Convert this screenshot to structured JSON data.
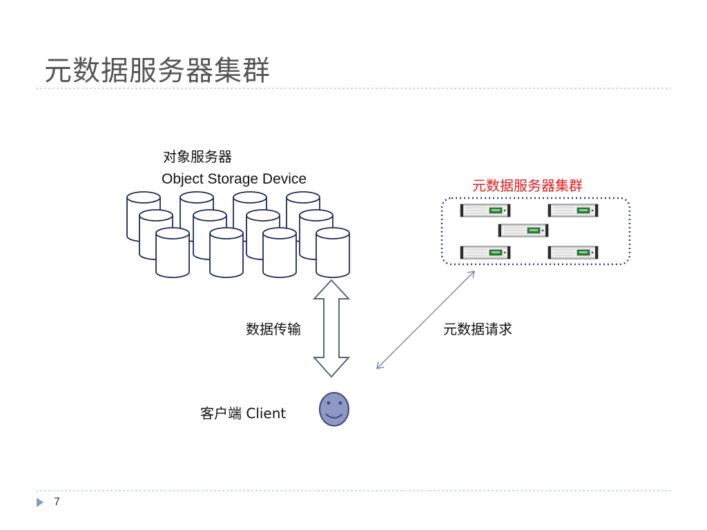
{
  "slide": {
    "title": "元数据服务器集群",
    "page_number": "7"
  },
  "osd": {
    "label_cn": "对象服务器",
    "label_en": "Object Storage Device",
    "disk_icon": "database-cylinder-icon",
    "disk_count": 12
  },
  "mds_cluster": {
    "label": "元数据服务器集群",
    "label_color": "#e41a1c",
    "server_icon": "rack-server-icon",
    "server_count": 5
  },
  "links": {
    "data_transfer_label": "数据传输",
    "metadata_request_label": "元数据请求"
  },
  "client": {
    "label": "客户端 Client",
    "icon": "smiley-face-icon",
    "face_color": "#8f97c4"
  },
  "colors": {
    "title_text": "#555555",
    "divider": "#9ab0c8",
    "accent_triangle": "#7f9fc0",
    "arrow_stroke": "#6b7aa8",
    "cluster_border": "#2f3b73"
  }
}
